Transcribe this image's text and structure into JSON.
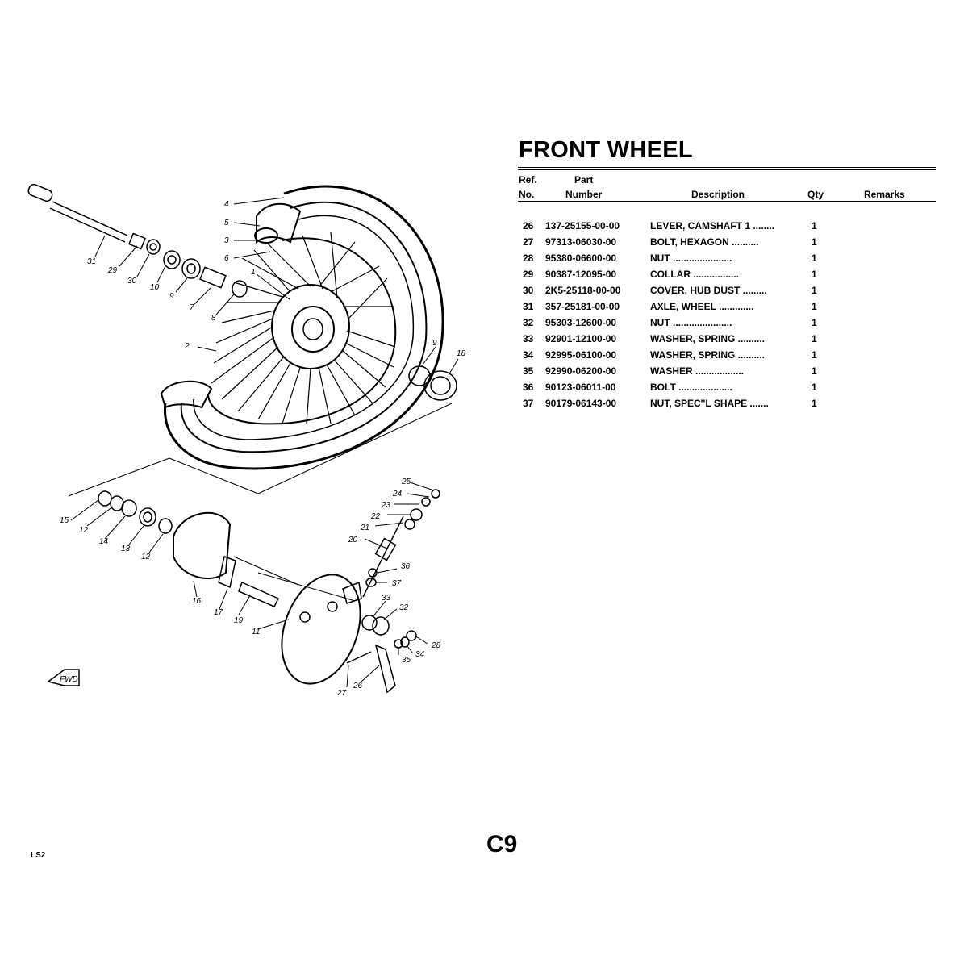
{
  "page": {
    "title": "FRONT WHEEL",
    "page_number": "C9",
    "model_code": "LS2"
  },
  "table": {
    "headers": {
      "ref_line1": "Ref.",
      "ref_line2": "No.",
      "part_line1": "Part",
      "part_line2": "Number",
      "description": "Description",
      "qty": "Qty",
      "remarks": "Remarks"
    },
    "rows": [
      {
        "ref": "26",
        "part": "137-25155-00-00",
        "desc": "LEVER, CAMSHAFT 1  ........",
        "qty": "1"
      },
      {
        "ref": "27",
        "part": "97313-06030-00",
        "desc": "BOLT, HEXAGON  ..........",
        "qty": "1"
      },
      {
        "ref": "28",
        "part": "95380-06600-00",
        "desc": "NUT  ......................",
        "qty": "1"
      },
      {
        "ref": "29",
        "part": "90387-12095-00",
        "desc": "COLLAR  .................",
        "qty": "1"
      },
      {
        "ref": "30",
        "part": "2K5-25118-00-00",
        "desc": "COVER, HUB DUST  .........",
        "qty": "1"
      },
      {
        "ref": "31",
        "part": "357-25181-00-00",
        "desc": "AXLE, WHEEL  .............",
        "qty": "1"
      },
      {
        "ref": "32",
        "part": "95303-12600-00",
        "desc": "NUT  ......................",
        "qty": "1"
      },
      {
        "ref": "33",
        "part": "92901-12100-00",
        "desc": "WASHER, SPRING  ..........",
        "qty": "1"
      },
      {
        "ref": "34",
        "part": "92995-06100-00",
        "desc": "WASHER, SPRING  ..........",
        "qty": "1"
      },
      {
        "ref": "35",
        "part": "92990-06200-00",
        "desc": "WASHER  ..................",
        "qty": "1"
      },
      {
        "ref": "36",
        "part": "90123-06011-00",
        "desc": "BOLT  ....................",
        "qty": "1"
      },
      {
        "ref": "37",
        "part": "90179-06143-00",
        "desc": "NUT, SPEC''L SHAPE  .......",
        "qty": "1"
      }
    ]
  },
  "diagram": {
    "callouts": [
      "1",
      "2",
      "3",
      "4",
      "5",
      "6",
      "7",
      "8",
      "9",
      "10",
      "11",
      "12",
      "13",
      "14",
      "15",
      "16",
      "17",
      "18",
      "19",
      "20",
      "21",
      "22",
      "23",
      "24",
      "25",
      "26",
      "27",
      "28",
      "29",
      "30",
      "31",
      "32",
      "33",
      "34",
      "35",
      "36",
      "37"
    ],
    "direction_label": "FWD"
  }
}
